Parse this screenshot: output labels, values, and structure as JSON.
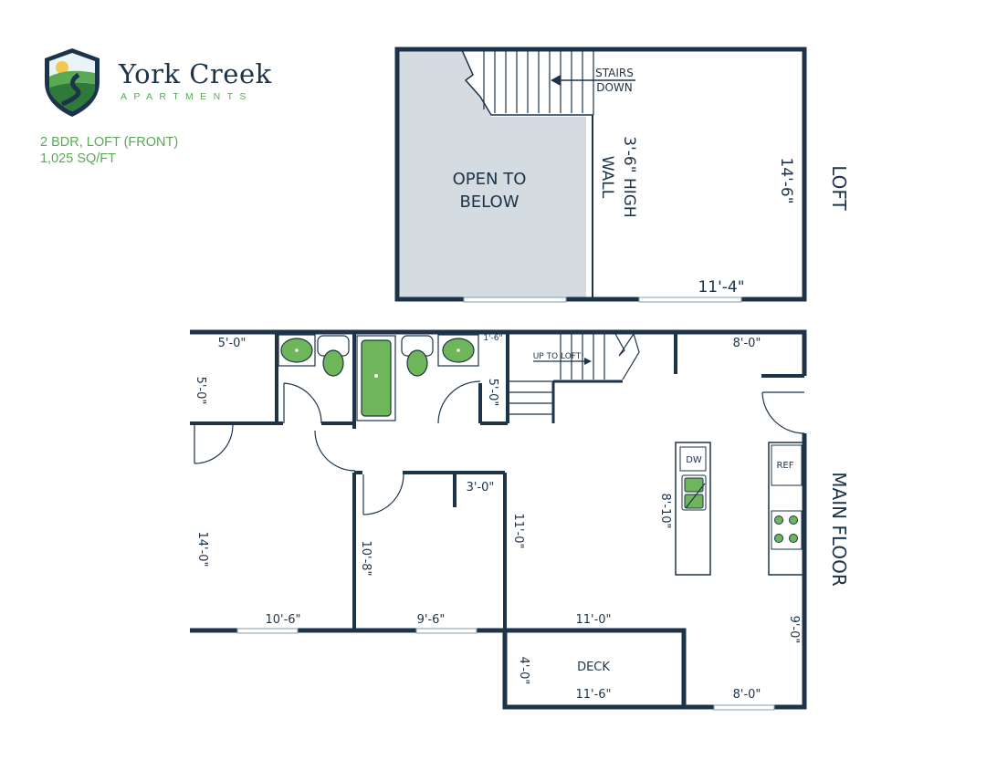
{
  "brand": {
    "name": "York Creek",
    "subtitle": "APARTMENTS",
    "colors": {
      "navy": "#1d3349",
      "green": "#5aaa55",
      "fixture_green": "#6fb55a",
      "open_gray": "#d4dbe1"
    }
  },
  "unit": {
    "type": "2 BDR, LOFT (FRONT)",
    "area": "1,025 SQ/FT"
  },
  "floors": {
    "loft": "LOFT",
    "main": "MAIN FLOOR"
  },
  "loft_labels": {
    "open_line1": "OPEN TO",
    "open_line2": "BELOW",
    "stairs_line1": "STAIRS",
    "stairs_line2": "DOWN",
    "wall_line1": "3'-6\" HIGH",
    "wall_line2": "WALL",
    "depth": "14'-6\"",
    "width": "11'-4\""
  },
  "main_labels": {
    "up_to_loft": "UP TO LOFT",
    "dw": "DW",
    "ref": "REF",
    "deck": "DECK"
  },
  "dims": {
    "bath1_width": "5'-0\"",
    "bath1_depth": "5'-0\"",
    "bath2_depth": "5'-0\"",
    "stair_gap": "1'-6\"",
    "entry_width": "8'-0\"",
    "bed1_depth": "14'-0\"",
    "bed1_width": "10'-6\"",
    "bed2_depth": "10'-8\"",
    "bed2_width": "9'-6\"",
    "closet": "3'-0\"",
    "living_depth": "11'-0\"",
    "living_width": "11'-0\"",
    "kitchen_depth": "8'-10\"",
    "dining_depth": "9'-0\"",
    "dining_width": "8'-0\"",
    "deck_depth": "4'-0\"",
    "deck_width": "11'-6\""
  }
}
